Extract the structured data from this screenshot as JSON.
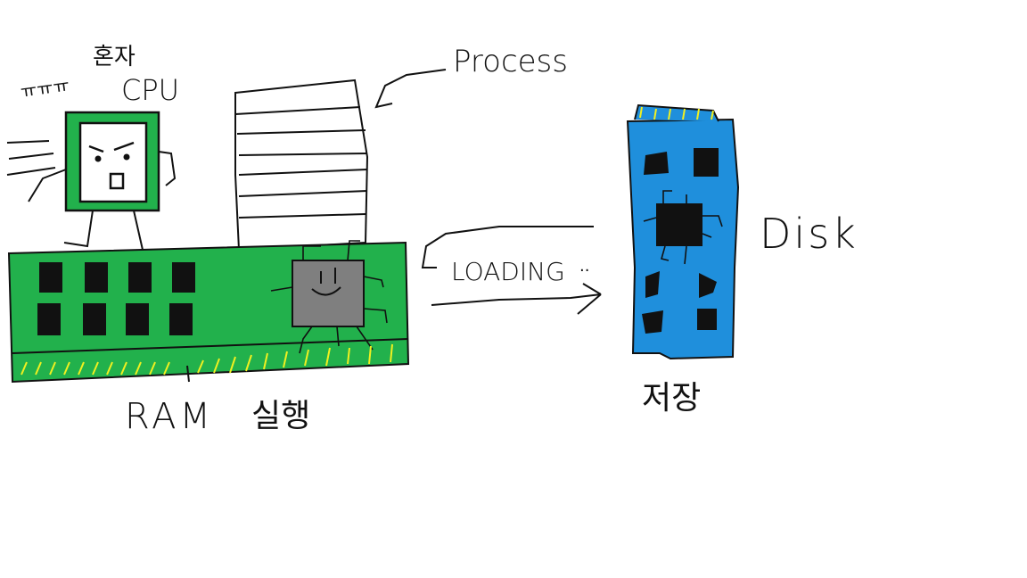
{
  "labels": {
    "cpu_korean": "혼자",
    "cpu": "CPU",
    "cpu_sweat": "ㅠㅠㅠ",
    "process": "Process",
    "loading": "LOADING",
    "loading_dots": "..",
    "disk": "Disk",
    "storage": "저장",
    "ram": "RAM",
    "execute": "실행"
  },
  "colors": {
    "board_green": "#22b14c",
    "disk_blue": "#1f8fdc",
    "chip_black": "#111111",
    "chip_gray": "#7f7f7f",
    "pin_yellow": "#f0f020",
    "cpu_face": "#ffffff"
  },
  "icons": {
    "cpu_character": "stressed-cpu-chip-face",
    "process_stack": "stacked-pages",
    "ram_stick": "ram-module",
    "disk_card": "ssd-card",
    "arrow": "right-arrow"
  }
}
